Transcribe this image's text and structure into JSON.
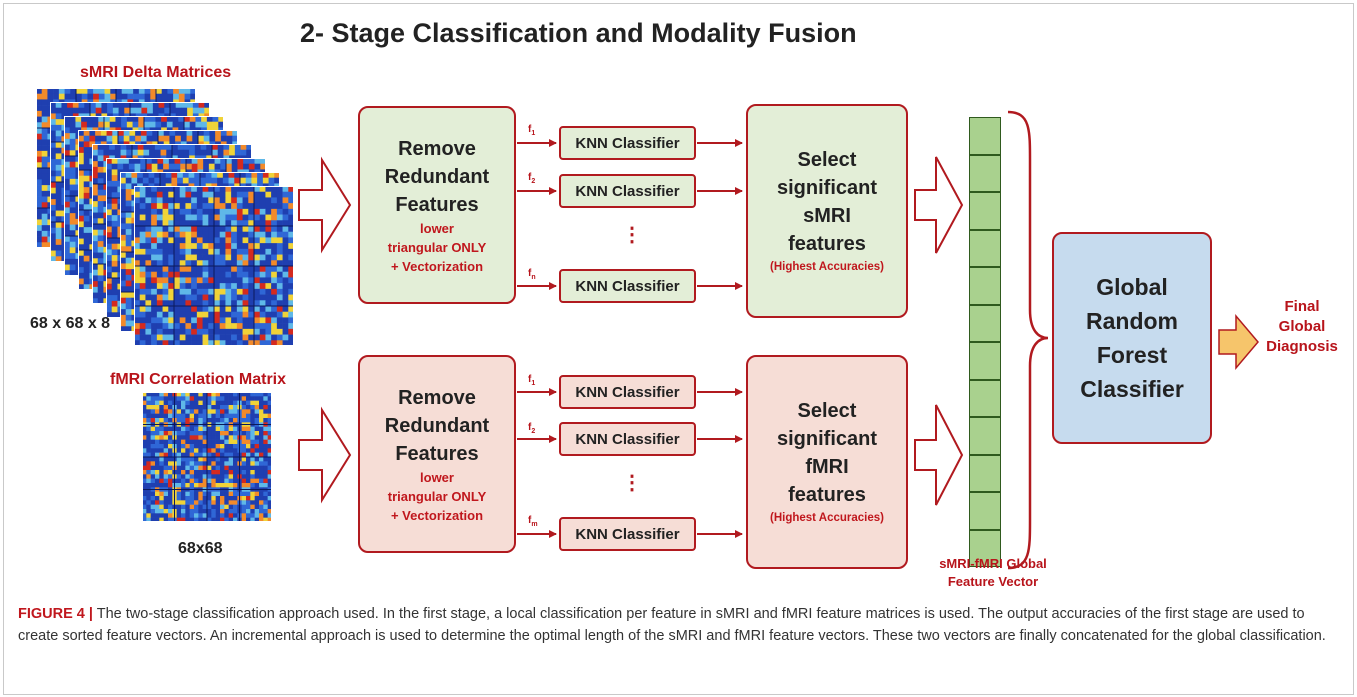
{
  "title": "2- Stage Classification and Modality Fusion",
  "smri": {
    "label": "sMRI Delta Matrices",
    "dims": "68 x 68 x 8",
    "stack_count": 8
  },
  "fmri": {
    "label": "fMRI Correlation Matrix",
    "dims": "68x68"
  },
  "remove_box": {
    "title_lines": [
      "Remove",
      "Redundant",
      "Features"
    ],
    "sub_lines": [
      "lower",
      "triangular ONLY",
      "+ Vectorization"
    ]
  },
  "knn_label": "KNN Classifier",
  "knn_dots": "⋮",
  "smri_feature_labels": [
    {
      "base": "f",
      "sub": "1"
    },
    {
      "base": "f",
      "sub": "2"
    },
    {
      "base": "f",
      "sub": "n"
    }
  ],
  "fmri_feature_labels": [
    {
      "base": "f",
      "sub": "1"
    },
    {
      "base": "f",
      "sub": "2"
    },
    {
      "base": "f",
      "sub": "m"
    }
  ],
  "select_smri": {
    "title_lines": [
      "Select",
      "significant",
      "sMRI",
      "features"
    ],
    "sub": "(Highest Accuracies)"
  },
  "select_fmri": {
    "title_lines": [
      "Select",
      "significant",
      "fMRI",
      "features"
    ],
    "sub": "(Highest Accuracies)"
  },
  "global_vector": {
    "label_lines": [
      "sMRI-fMRI Global",
      "Feature Vector"
    ],
    "cells": 12
  },
  "classifier": {
    "lines": [
      "Global",
      "Random",
      "Forest",
      "Classifier"
    ]
  },
  "final": {
    "lines": [
      "Final",
      "Global",
      "Diagnosis"
    ]
  },
  "colors": {
    "red": "#b11a1f",
    "green_box": "#e3eed7",
    "pink_box": "#f6ddd6",
    "blue_box": "#c6dbee",
    "vector_cell": "#a9d18e",
    "final_arrow": "#f6c56b"
  },
  "caption": {
    "figure_label": "FIGURE 4 |",
    "text": " The two-stage classification approach used. In the first stage, a local classification per feature in sMRI and fMRI feature matrices is used. The output accuracies of the first stage are used to create sorted feature vectors. An incremental approach is used to determine the optimal length of the sMRI and fMRI feature vectors. These two vectors are finally concatenated for the global classification."
  }
}
